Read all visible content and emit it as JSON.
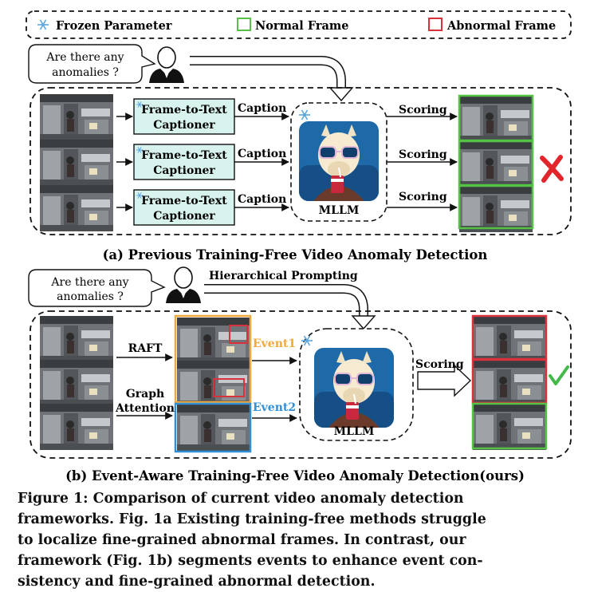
{
  "legend": {
    "frozen_label": "Frozen Parameter",
    "normal_label": "Normal Frame",
    "abnormal_label": "Abnormal Frame",
    "normal_color": "#55c246",
    "abnormal_color": "#d8323c",
    "frozen_color": "#5aa6e0"
  },
  "panel_a": {
    "question_line1": "Are there any",
    "question_line2": "anomalies ?",
    "captioner_line1": "Frame-to-Text",
    "captioner_line2": "Captioner",
    "caption_label": "Caption",
    "scoring_label": "Scoring",
    "model_label": "MLLM",
    "result_icon": "cross-mark-icon",
    "subtitle": "(a) Previous Training-Free Video Anomaly Detection"
  },
  "panel_b": {
    "question_line1": "Are there any",
    "question_line2": "anomalies ?",
    "prompting_label": "Hierarchical Prompting",
    "raft_label": "RAFT",
    "graph_line1": "Graph",
    "graph_line2": "Attention",
    "event1_label": "Event1",
    "event2_label": "Event2",
    "event1_color": "#f2a93b",
    "event2_color": "#2f8fd8",
    "scoring_label": "Scoring",
    "model_label": "MLLM",
    "result_icon": "check-mark-icon",
    "subtitle": "(b) Event-Aware Training-Free Video Anomaly Detection(ours)"
  },
  "figure_caption": {
    "line1": "Figure 1: Comparison of current video anomaly detection",
    "line2": "frameworks. Fig. 1a Existing training-free methods struggle",
    "line3": "to localize fine-grained abnormal frames. In contrast, our",
    "line4": "framework (Fig. 1b) segments events to enhance event con-",
    "line5": "sistency and fine-grained abnormal detection."
  }
}
